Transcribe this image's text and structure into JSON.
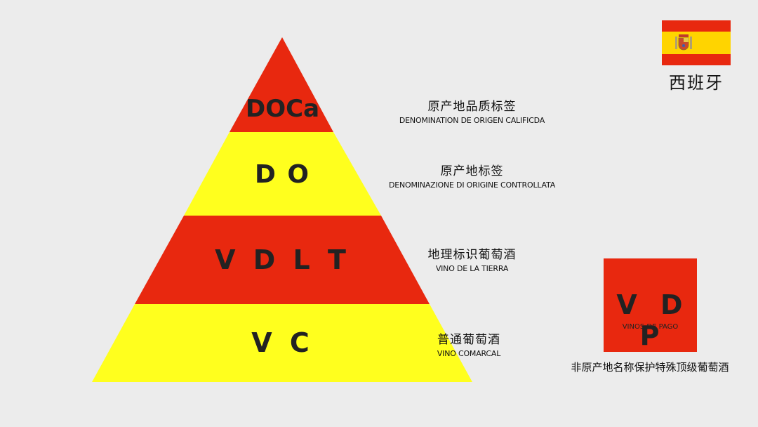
{
  "colors": {
    "red": "#e8280f",
    "yellow": "#ffff1e",
    "background": "#ececec"
  },
  "pyramid": {
    "tiers": [
      {
        "label": "DOCa",
        "color": "red",
        "cn": "原产地品质标签",
        "en": "DENOMINATION DE ORIGEN CALIFICDA"
      },
      {
        "label": "D O",
        "color": "yellow",
        "cn": "原产地标签",
        "en": "DENOMINAZIONE DI ORIGINE CONTROLLATA"
      },
      {
        "label": "V D L T",
        "color": "red",
        "cn": "地理标识葡萄酒",
        "en": "VINO DE LA TIERRA"
      },
      {
        "label": "V C",
        "color": "yellow",
        "cn": "普通葡萄酒",
        "en": "VINO COMARCAL"
      }
    ]
  },
  "country": {
    "name": "西班牙",
    "flag_icon": "spain-flag-icon"
  },
  "vdp": {
    "title": "V D P",
    "subtitle": "VINOS DE PAGO",
    "description": "非原产地名称保护特殊顶级葡萄酒"
  }
}
